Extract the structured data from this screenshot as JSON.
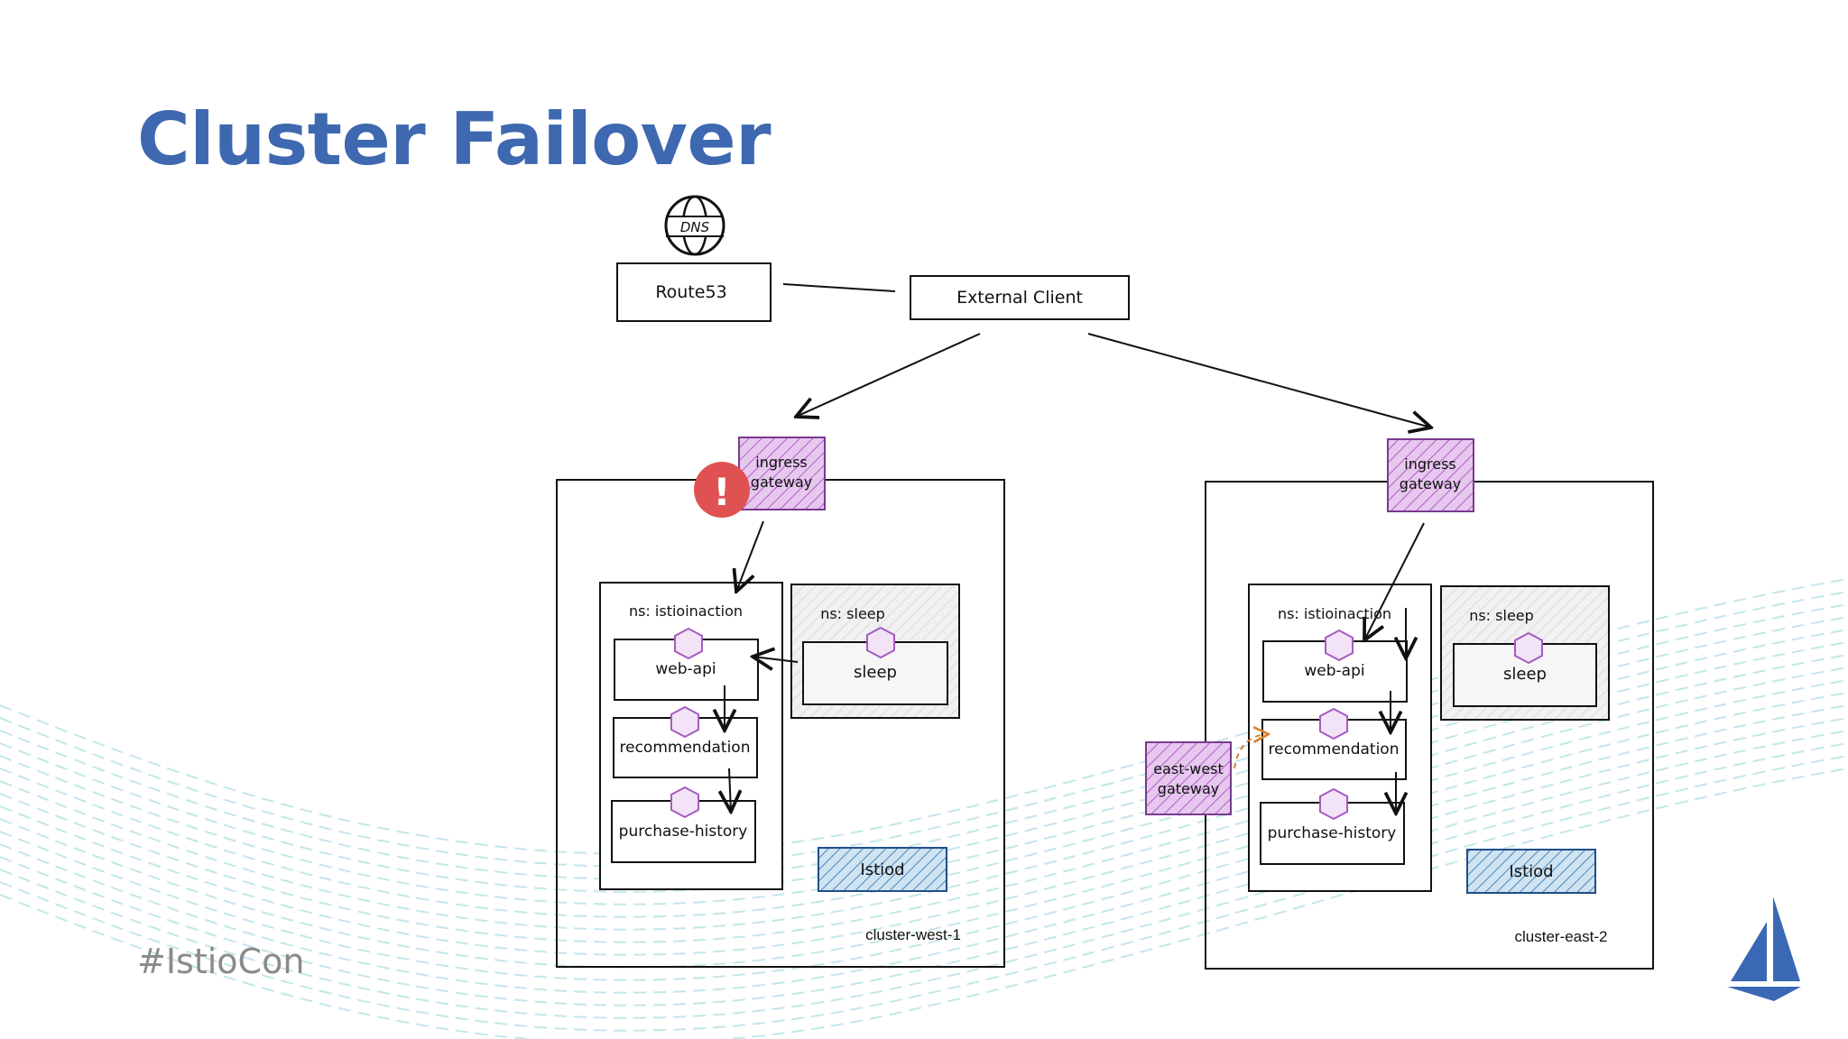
{
  "slide": {
    "title": "Cluster Failover",
    "hashtag": "#IstioCon"
  },
  "colors": {
    "title": "#3e68b0",
    "gateway_fill": "#e6c8ee",
    "gateway_hatch": "#b35cc8",
    "sidecar": "#a55bc0",
    "istiod_fill": "#cfe3f1",
    "istiod_hatch": "#4a87c2",
    "alert": "#e05252",
    "failover_arrow": "#d9822b",
    "wave": "#2aa7b8",
    "logo": "#3a68b5"
  },
  "diagram": {
    "dns_icon": "DNS",
    "route53": "Route53",
    "external_client": "External Client",
    "alert_icon": "!",
    "west": {
      "ingress": "ingress gateway",
      "ns_app": "ns: istioinaction",
      "ns_sleep": "ns: sleep",
      "web_api": "web-api",
      "recommendation": "recommendation",
      "purchase_history": "purchase-history",
      "sleep": "sleep",
      "istiod": "Istiod",
      "cluster_label": "cluster-west-1"
    },
    "east": {
      "ingress": "ingress gateway",
      "eastwest": "east-west gateway",
      "ns_app": "ns: istioinaction",
      "ns_sleep": "ns: sleep",
      "web_api": "web-api",
      "recommendation": "recommendation",
      "purchase_history": "purchase-history",
      "sleep": "sleep",
      "istiod": "Istiod",
      "cluster_label": "cluster-east-2"
    }
  }
}
